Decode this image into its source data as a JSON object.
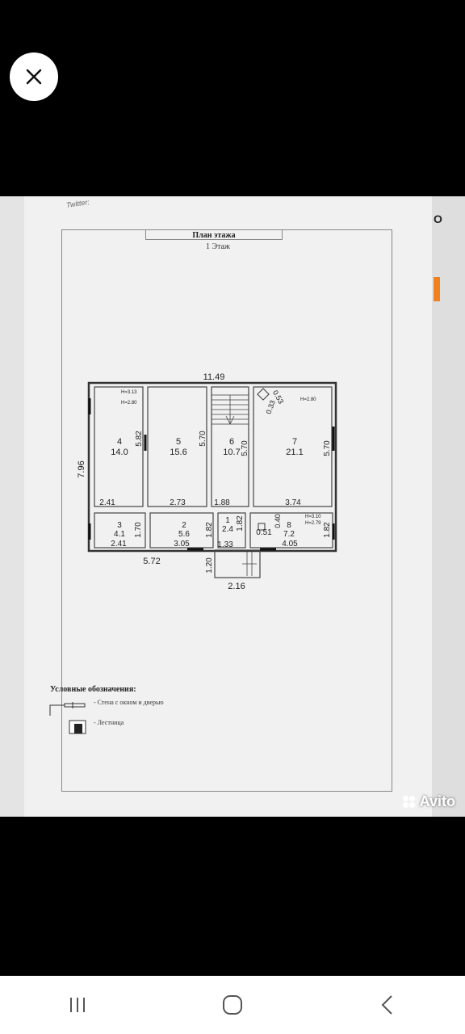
{
  "viewer": {
    "close_icon": "close-icon"
  },
  "document": {
    "header_label": "Twitter:",
    "corner_mark": "O",
    "title": "План этажа",
    "subtitle": "1 Этаж",
    "dimensions": {
      "top_width": "11.49",
      "left_height": "7.96",
      "bottom_left_width": "5.72",
      "porch_width": "2.16",
      "porch_depth": "1.20",
      "r4_height": "5.82",
      "r5_height": "5.70",
      "r6_height": "5.70",
      "r7_height": "5.70",
      "r4_width": "2.41",
      "r5_width": "2.73",
      "r6_width": "1.88",
      "r7_width": "3.74",
      "r3_height": "1.70",
      "r3_width": "2.41",
      "r2_height": "1.82",
      "r2_width": "3.05",
      "r1_height": "1.82",
      "r1_width": "1.33",
      "r8_height": "1.82",
      "r8_width": "4.05",
      "r8_niche_w": "0.51",
      "r8_niche_h": "0.40",
      "stair_a": "0.53",
      "stair_b": "0.33"
    },
    "ceiling_heights": {
      "r4_a": "H=3.13",
      "r4_b": "H=2.80",
      "r7": "H=2.80",
      "r8_a": "H=3.10",
      "r8_b": "H=2.79"
    },
    "rooms": [
      {
        "num": "4",
        "area": "14.0"
      },
      {
        "num": "5",
        "area": "15.6"
      },
      {
        "num": "6",
        "area": "10.7"
      },
      {
        "num": "7",
        "area": "21.1"
      },
      {
        "num": "3",
        "area": "4.1"
      },
      {
        "num": "2",
        "area": "5.6"
      },
      {
        "num": "1",
        "area": "2.4"
      },
      {
        "num": "8",
        "area": "7.2"
      }
    ],
    "legend": {
      "title": "Условные обозначения:",
      "wall_label": "- Стена с окном и дверью",
      "stair_label": "- Лестница"
    },
    "watermark": "Avito"
  },
  "navbar": {
    "recent_icon": "recent-apps-icon",
    "home_icon": "home-icon",
    "back_icon": "back-icon"
  }
}
